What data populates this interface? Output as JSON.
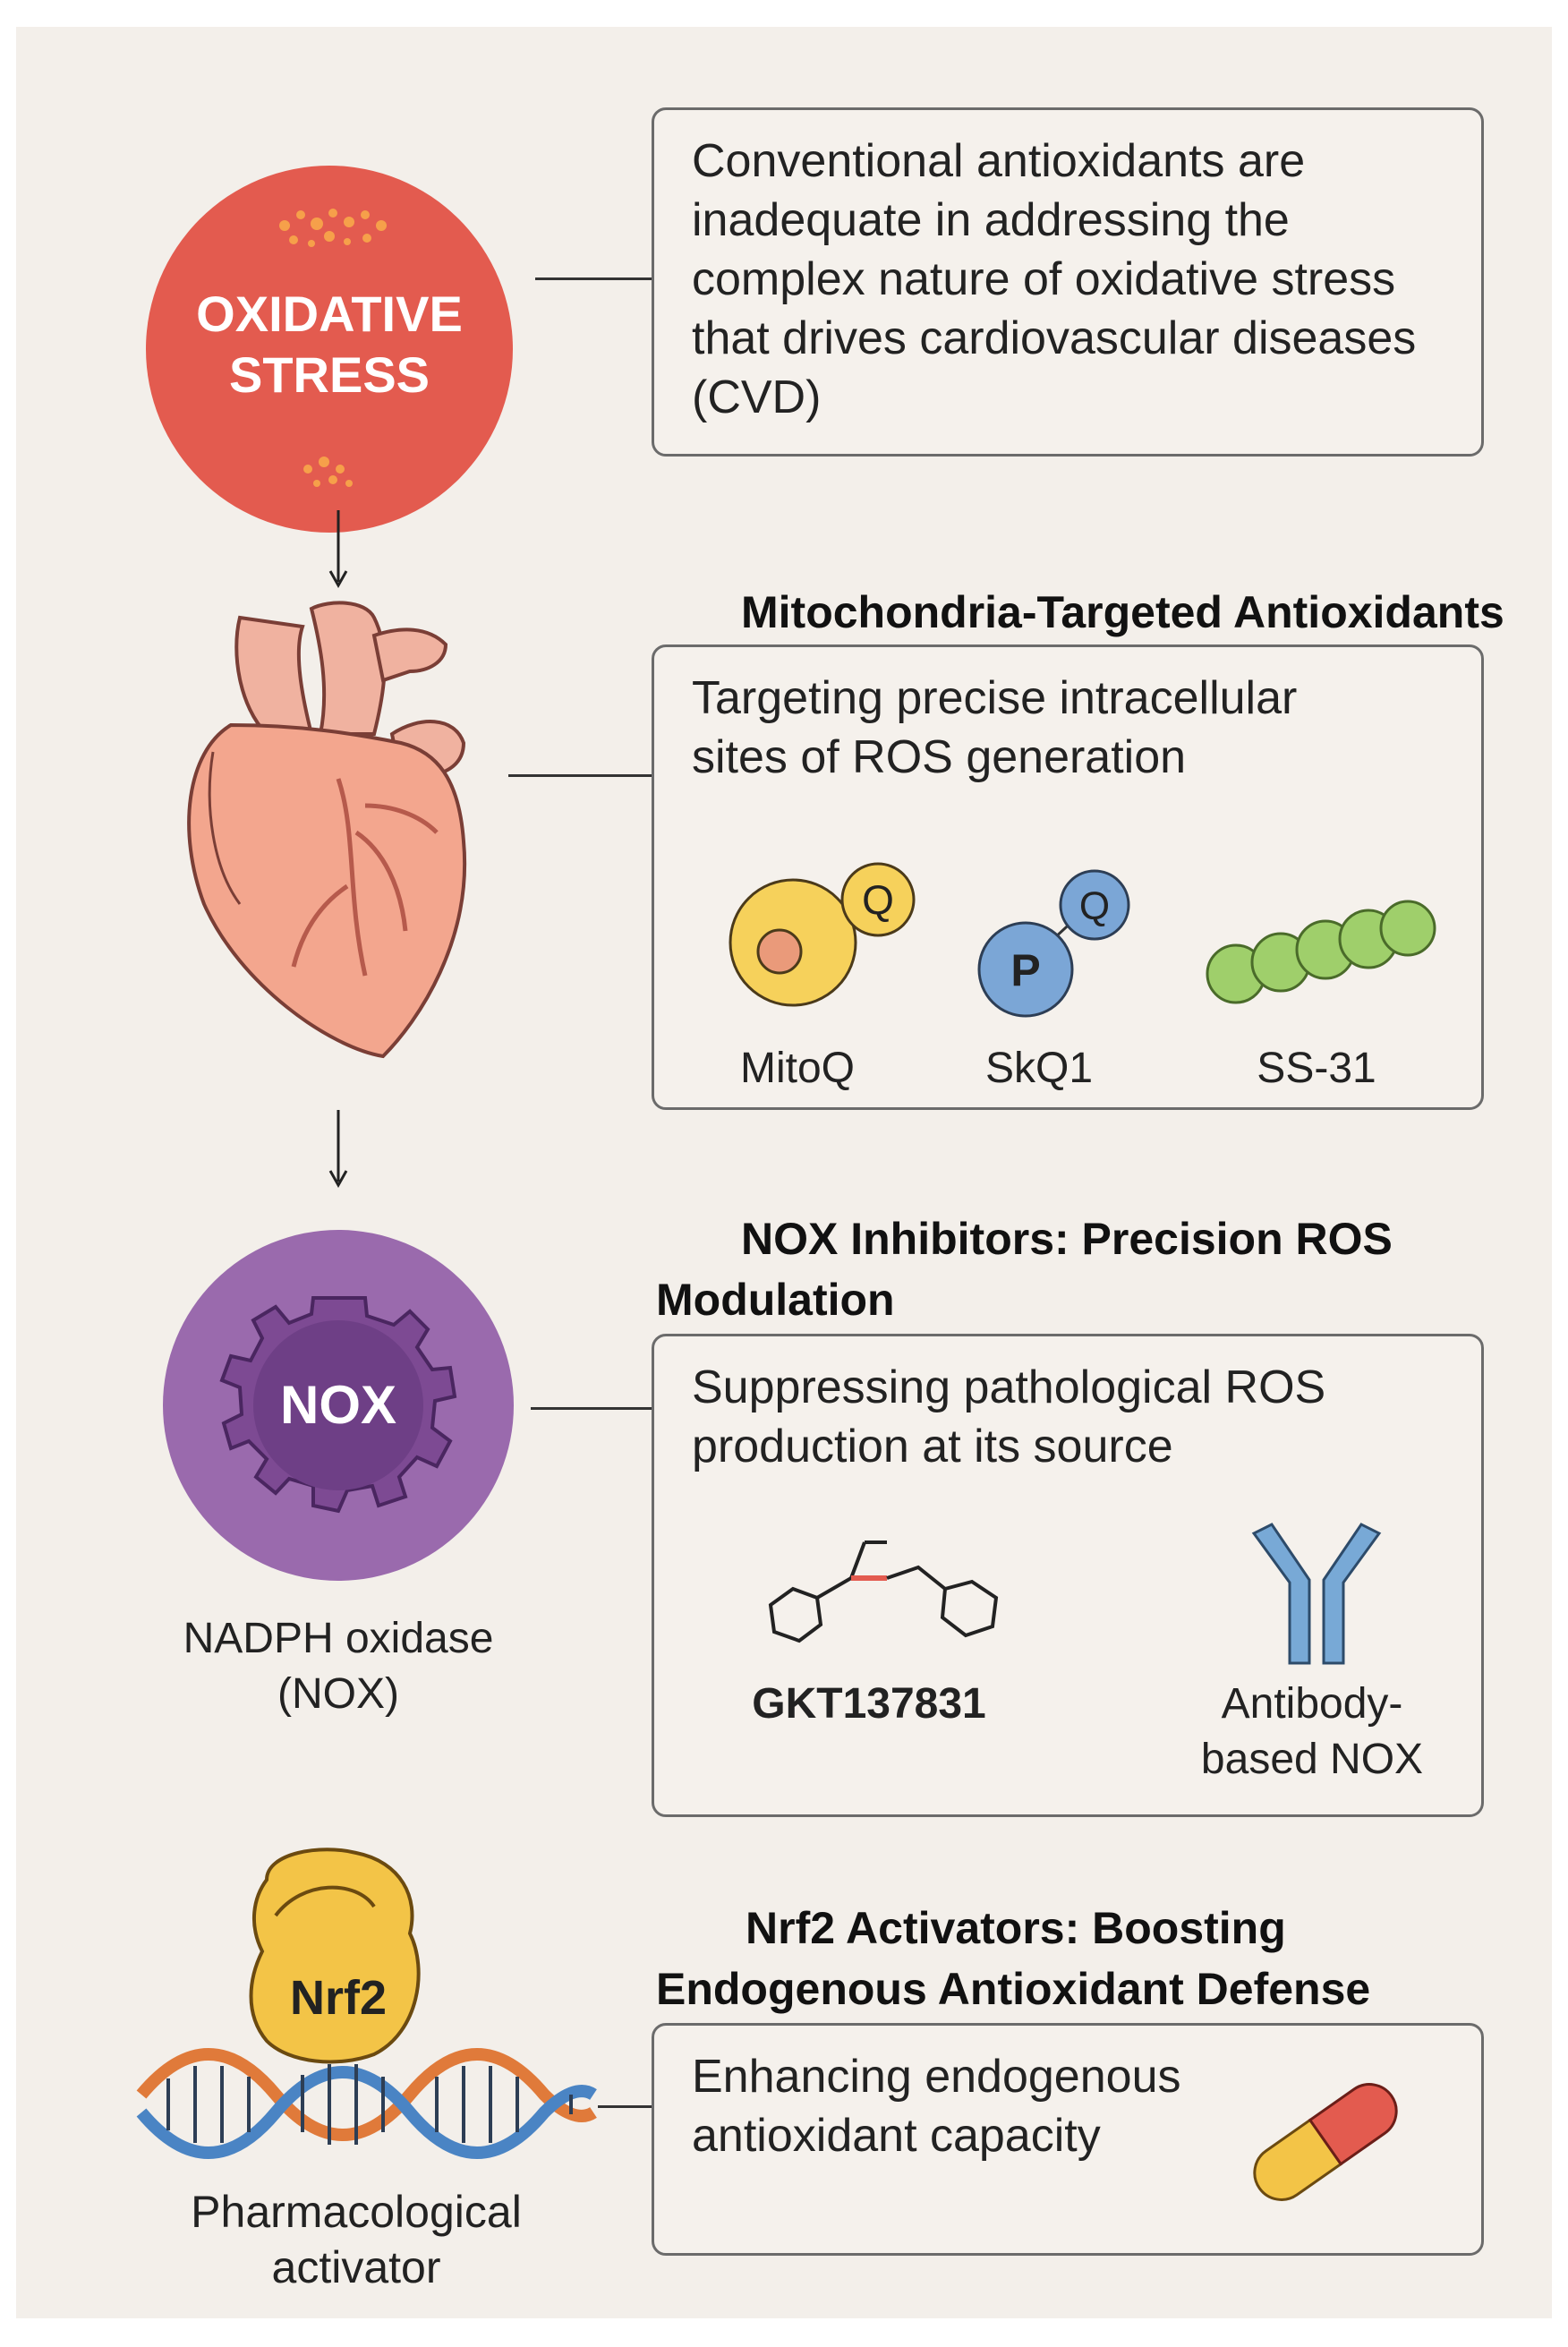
{
  "stress_circle": {
    "line1": "OXIDATIVE",
    "line2": "STRESS"
  },
  "intro": {
    "lines": [
      "Conventional antioxidants are",
      "inadequate in addressing the",
      "complex nature of oxidative stress",
      "that drives cardiovascular diseases",
      "(CVD)"
    ]
  },
  "mito": {
    "heading": "Mitochondria-Targeted Antioxidants",
    "lines": [
      "Targeting precise intracellular",
      "sites of ROS generation"
    ],
    "compounds": [
      {
        "name": "MitoQ",
        "badge": "Q"
      },
      {
        "name": "SkQ1",
        "badge_p": "P",
        "badge_q": "Q"
      },
      {
        "name": "SS-31"
      }
    ]
  },
  "nox": {
    "heading_lines": [
      "NOX Inhibitors: Precision ROS",
      "Modulation"
    ],
    "circle_label": "NOX",
    "caption_lines": [
      "NADPH oxidase",
      "(NOX)"
    ],
    "lines": [
      "Suppressing pathological ROS",
      "production at its source"
    ],
    "items": [
      {
        "name": "GKT137831"
      },
      {
        "name_lines": [
          "Antibody-",
          "based NOX"
        ]
      }
    ]
  },
  "nrf2": {
    "heading_lines": [
      "Nrf2 Activators: Boosting",
      "Endogenous Antioxidant Defense"
    ],
    "protein_label": "Nrf2",
    "caption_lines": [
      "Pharmacological",
      "activator"
    ],
    "lines": [
      "Enhancing endogenous",
      "antioxidant capacity"
    ]
  },
  "colors": {
    "stress_red": "#e35b4f",
    "nox_purple": "#9a6aad",
    "nrf2_yellow": "#f3c447",
    "mitoq_yellow": "#f6d15b",
    "skq1_blue": "#7ba6d6",
    "ss31_green": "#9fcf6b",
    "heart_pink": "#f2a58c",
    "antibody_blue": "#78a9d6"
  }
}
